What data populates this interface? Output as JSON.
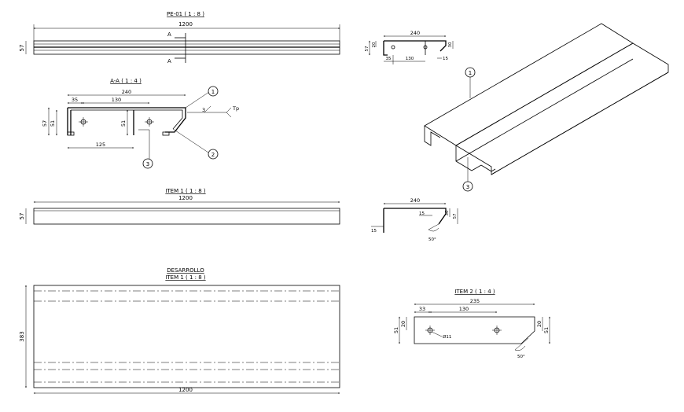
{
  "views": {
    "pe01": {
      "title": "PE-01 ( 1 : 8 )",
      "length": "1200",
      "height": "57",
      "section_mark": "A"
    },
    "section_aa": {
      "title": "A-A ( 1 : 4 )",
      "width": "240",
      "pitch_35": "35",
      "pitch_130": "130",
      "height_57": "57",
      "height_51": "51",
      "inner_51": "51",
      "bottom_125": "125",
      "thickness": "3",
      "weld": "Tp"
    },
    "balloons": {
      "b1": "1",
      "b2": "2",
      "b3": "3"
    },
    "top_detail": {
      "width": "240",
      "h57": "57",
      "h20": "20",
      "h30": "30",
      "d35": "35",
      "d130": "130",
      "d15": "15"
    },
    "item1": {
      "title": "ITEM 1 ( 1 : 8 )",
      "length": "1200",
      "height": "57"
    },
    "item1_profile": {
      "width": "240",
      "d15a": "15",
      "d15b": "15",
      "h30": "30",
      "h57": "57",
      "angle": "50°"
    },
    "development": {
      "title1": "DESARROLLO",
      "title2": "ITEM 1 ( 1 : 8 )",
      "length": "1200",
      "width": "383"
    },
    "item2": {
      "title": "ITEM 2 ( 1 : 4 )",
      "width": "235",
      "d33": "33",
      "d130": "130",
      "h20a": "20",
      "h20b": "20",
      "h51a": "51",
      "h51b": "51",
      "hole": "Ø11",
      "angle": "50°"
    }
  }
}
